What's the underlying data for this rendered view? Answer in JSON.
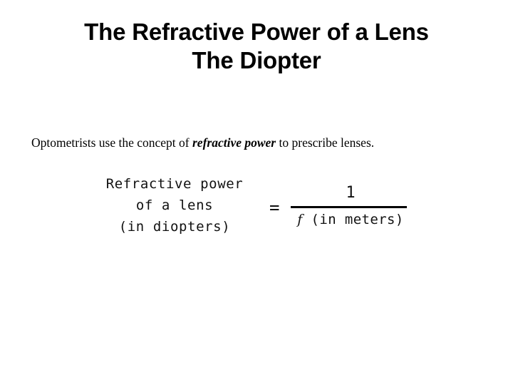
{
  "slide": {
    "background_color": "#ffffff",
    "text_color": "#000000",
    "title": {
      "line1": "The Refractive Power of a Lens",
      "line2": "The Diopter"
    },
    "body": {
      "text_before": "Optometrists use the concept of ",
      "emphasis": "refractive power",
      "text_after": " to prescribe lenses."
    },
    "equation": {
      "lhs_line1": "Refractive power",
      "lhs_line2": "of a lens",
      "lhs_line3": "(in diopters)",
      "relation": "=",
      "numerator": "1",
      "denominator_variable": "f",
      "denominator_units": " (in meters)"
    }
  }
}
